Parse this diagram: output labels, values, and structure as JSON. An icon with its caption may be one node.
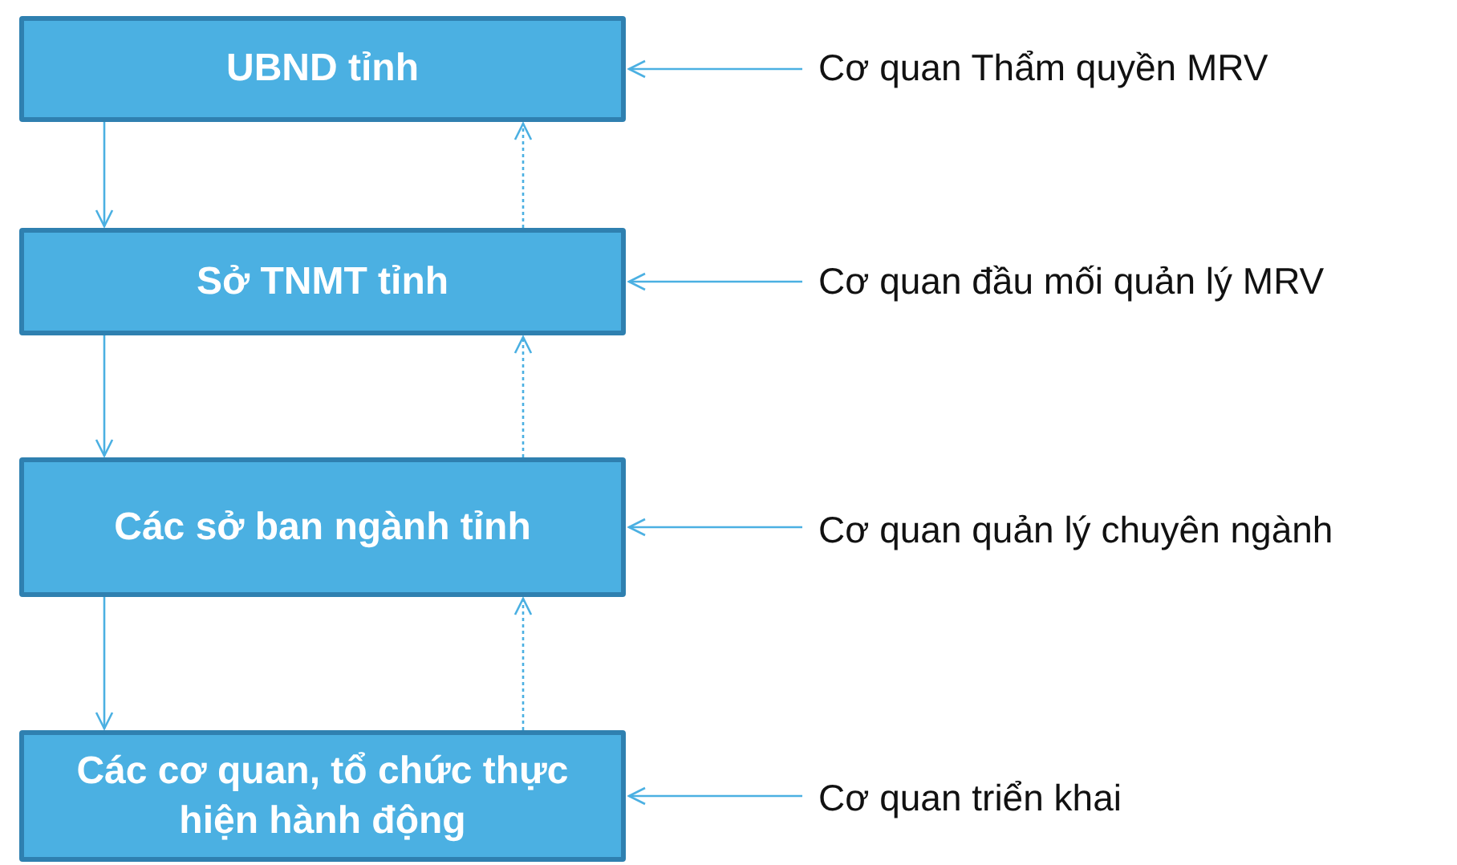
{
  "diagram": {
    "nodes": [
      {
        "text": [
          "UBND tỉnh"
        ]
      },
      {
        "text": [
          "Sở TNMT tỉnh"
        ]
      },
      {
        "text": [
          "Các sở ban ngành tỉnh"
        ]
      },
      {
        "text": [
          "Các cơ quan, tổ chức thực hiện hành động"
        ]
      },
      {
        "text": [
          "Cơ quan Thẩm quyền MRV"
        ]
      },
      {
        "text": [
          "Cơ quan đầu mối quản lý MRV"
        ]
      },
      {
        "text": [
          "Cơ quan quản lý chuyên ngành"
        ]
      },
      {
        "text": [
          "Cơ quan triển khai"
        ]
      }
    ],
    "edges": [
      {
        "from": 0,
        "to": 1,
        "arrow": "to"
      },
      {
        "from": 1,
        "to": 2,
        "arrow": "to"
      },
      {
        "from": 2,
        "to": 3,
        "arrow": "to"
      },
      {
        "from": 1,
        "to": 0,
        "arrow": "to",
        "style": "dashed"
      },
      {
        "from": 2,
        "to": 1,
        "arrow": "to",
        "style": "dashed"
      },
      {
        "from": 3,
        "to": 2,
        "arrow": "to",
        "style": "dashed"
      },
      {
        "from": 4,
        "to": 0,
        "arrow": "to"
      },
      {
        "from": 5,
        "to": 1,
        "arrow": "to"
      },
      {
        "from": 6,
        "to": 2,
        "arrow": "to"
      },
      {
        "from": 7,
        "to": 3,
        "arrow": "to"
      }
    ]
  }
}
